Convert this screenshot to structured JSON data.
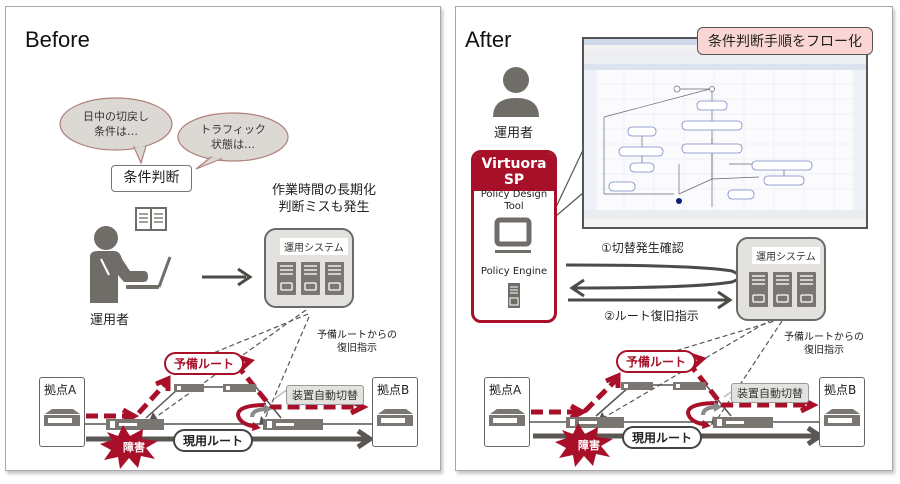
{
  "before": {
    "title": "Before",
    "bubbles": [
      {
        "line1": "日中の切戻し",
        "line2": "条件は…"
      },
      {
        "line1": "トラフィック",
        "line2": "状態は…"
      }
    ],
    "decision_label": "条件判断",
    "problem_line1": "作業時間の長期化",
    "problem_line2": "判断ミスも発生",
    "operator_label": "運用者",
    "system_label": "運用システム",
    "recovery_line1": "予備ルートからの",
    "recovery_line2": "復旧指示",
    "backup_route_label": "予備ルート",
    "active_route_label": "現用ルート",
    "failure_label": "障害",
    "auto_switch_label": "装置自動切替",
    "site_a_label": "拠点A",
    "site_b_label": "拠点B"
  },
  "after": {
    "title": "After",
    "operator_label": "運用者",
    "callout_label": "条件判断手順をフロー化",
    "product_name": "Virtuora SP",
    "policy_design_tool_line1": "Policy Design",
    "policy_design_tool_line2": "Tool",
    "policy_engine_label": "Policy Engine",
    "step1_label": "①切替発生確認",
    "step2_label": "②ルート復旧指示",
    "system_label": "運用システム",
    "recovery_line1": "予備ルートからの",
    "recovery_line2": "復旧指示",
    "backup_route_label": "予備ルート",
    "active_route_label": "現用ルート",
    "failure_label": "障害",
    "auto_switch_label": "装置自動切替",
    "site_a_label": "拠点A",
    "site_b_label": "拠点B"
  },
  "colors": {
    "accent_red": "#a8102a",
    "icon_gray": "#706d68",
    "callout_pink": "#f9d6d3",
    "system_fill": "#e4e2de"
  }
}
